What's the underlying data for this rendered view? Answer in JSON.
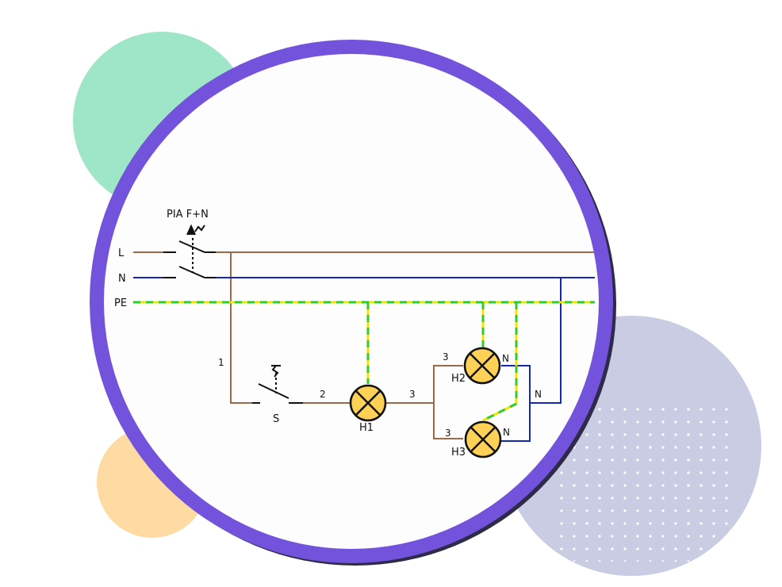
{
  "colors": {
    "background": "#ffffff",
    "ring": "#7453dc",
    "ring_shadow": "#2d2a4a",
    "disc_fill": "#fdfdfd",
    "bubble_green": "#9fe6c8",
    "bubble_orange": "#fddba2",
    "bubble_lavender": "#c9cce3",
    "live_wire": "#9a6a48",
    "neutral_wire": "#1428b8",
    "earth_green": "#2ecc2e",
    "earth_yellow": "#f4e300",
    "lamp_fill": "#fcd155",
    "symbol": "#111111"
  },
  "breaker": {
    "label": "PIA F+N"
  },
  "rails": {
    "live": "L",
    "neutral": "N",
    "earth": "PE"
  },
  "switch": {
    "label": "S"
  },
  "wire_numbers": {
    "w1": "1",
    "w2": "2",
    "w3_main": "3",
    "w3_upper": "3",
    "w3_lower": "3"
  },
  "neutral_tags": {
    "upper": "N",
    "junction": "N",
    "lower": "N"
  },
  "lamps": [
    {
      "id": "H1",
      "label": "H1"
    },
    {
      "id": "H2",
      "label": "H2"
    },
    {
      "id": "H3",
      "label": "H3"
    }
  ]
}
